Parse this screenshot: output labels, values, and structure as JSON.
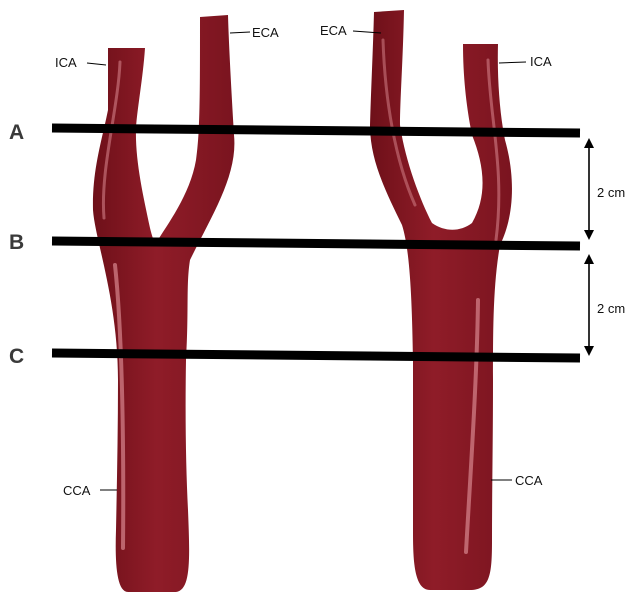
{
  "labels": {
    "left_ica": "ICA",
    "left_eca": "ECA",
    "left_cca": "CCA",
    "right_eca": "ECA",
    "right_ica": "ICA",
    "right_cca": "CCA"
  },
  "levels": {
    "a": "A",
    "b": "B",
    "c": "C"
  },
  "dimensions": {
    "upper": "2 cm",
    "lower": "2 cm"
  },
  "colors": {
    "vessel": "#8b1a26",
    "highlight": "#c76a72",
    "line": "#000000"
  }
}
